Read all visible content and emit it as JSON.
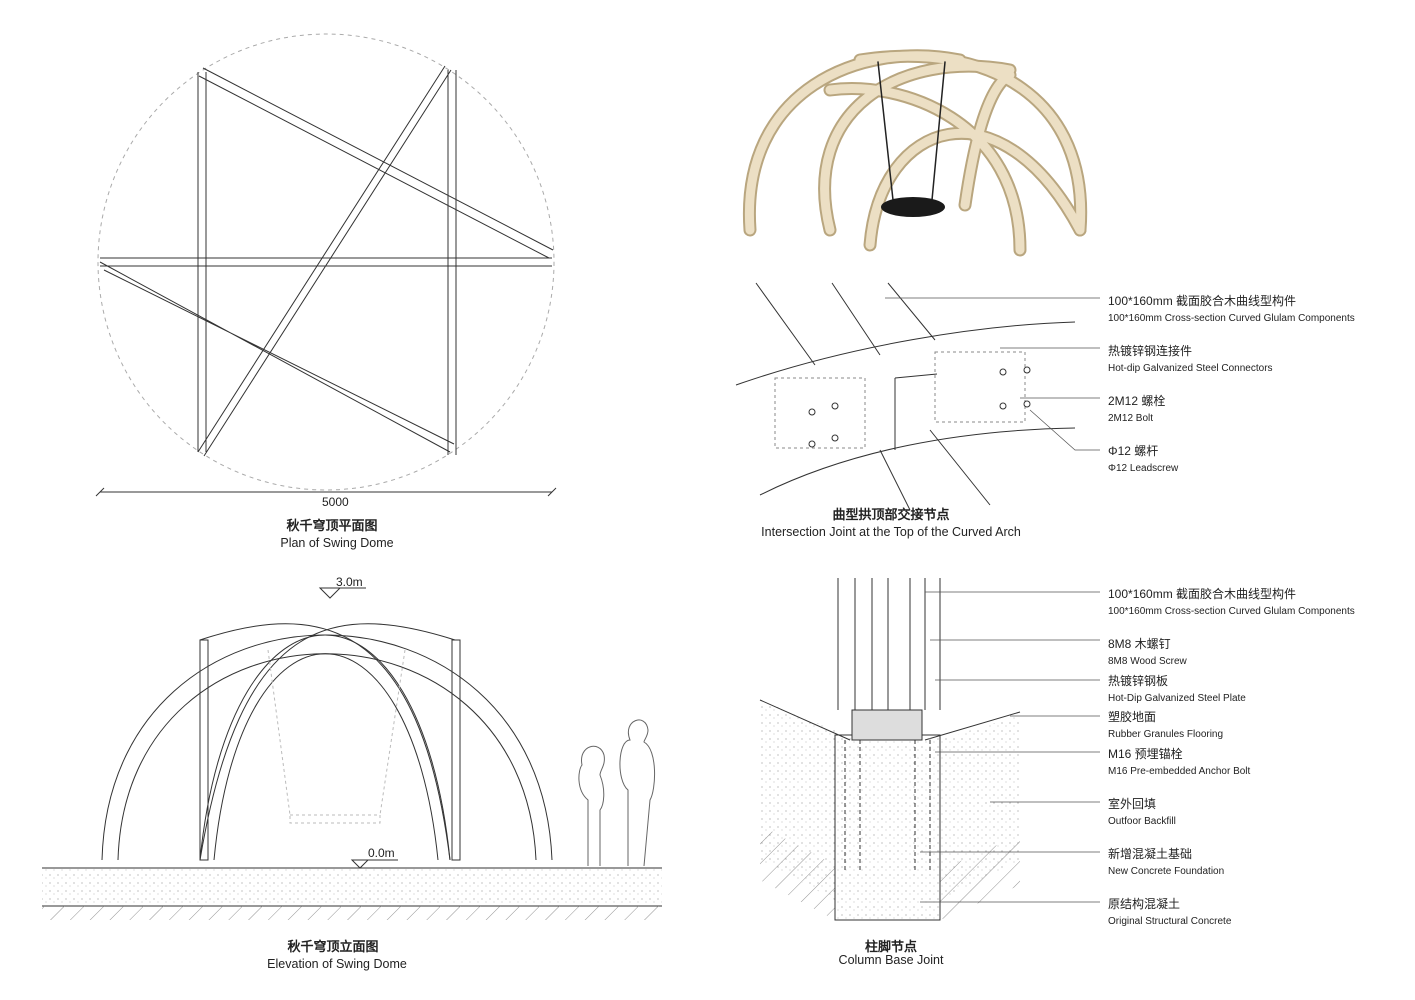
{
  "plan": {
    "dimension": "5000",
    "title_zh": "秋千穹顶平面图",
    "title_en": "Plan of Swing Dome"
  },
  "elevation": {
    "top_level": "3.0m",
    "ground_level": "0.0m",
    "title_zh": "秋千穹顶立面图",
    "title_en": "Elevation of Swing Dome"
  },
  "top_joint": {
    "title_zh": "曲型拱顶部交接节点",
    "title_en": "Intersection Joint at the Top of the Curved Arch",
    "labels": [
      {
        "zh": "100*160mm 截面胶合木曲线型构件",
        "en": "100*160mm Cross-section Curved Glulam Components"
      },
      {
        "zh": "热镀锌钢连接件",
        "en": "Hot-dip Galvanized Steel Connectors"
      },
      {
        "zh": "2M12 螺栓",
        "en": "2M12 Bolt"
      },
      {
        "zh": "Φ12 螺杆",
        "en": "Φ12 Leadscrew"
      }
    ]
  },
  "base_joint": {
    "title_zh": "柱脚节点",
    "title_en": "Column Base Joint",
    "labels": [
      {
        "zh": "100*160mm 截面胶合木曲线型构件",
        "en": "100*160mm Cross-section Curved Glulam Components"
      },
      {
        "zh": "8M8 木螺钉",
        "en": "8M8 Wood Screw"
      },
      {
        "zh": "热镀锌钢板",
        "en": "Hot-Dip Galvanized Steel Plate"
      },
      {
        "zh": "塑胶地面",
        "en": "Rubber Granules Flooring"
      },
      {
        "zh": "M16 预埋锚栓",
        "en": "M16 Pre-embedded Anchor Bolt"
      },
      {
        "zh": "室外回填",
        "en": "Outfoor Backfill"
      },
      {
        "zh": "新增混凝土基础",
        "en": "New Concrete Foundation"
      },
      {
        "zh": "原结构混凝土",
        "en": "Original Structural Concrete"
      }
    ]
  },
  "colors": {
    "line": "#333333",
    "wood": "#e9dcc0",
    "wood_edge": "#b9a67f",
    "swing": "#1a1a1a"
  }
}
